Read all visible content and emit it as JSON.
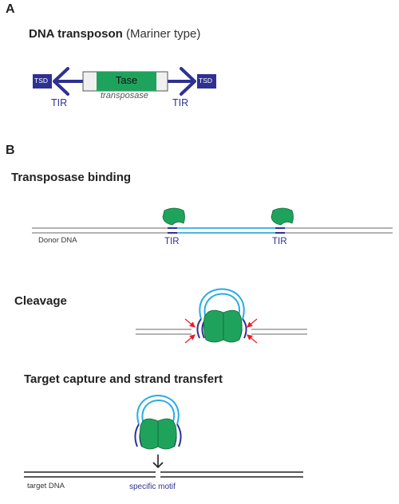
{
  "panel_a": {
    "letter": "A",
    "title_bold": "DNA transposon",
    "title_normal": "(Mariner type)",
    "tsd_left": "TSD",
    "tsd_right": "TSD",
    "gene_label": "Tase",
    "gene_caption": "transposase",
    "tir_left": "TIR",
    "tir_right": "TIR"
  },
  "panel_b": {
    "letter": "B",
    "step1_title": "Transposase binding",
    "donor_label": "Donor DNA",
    "tir_left": "TIR",
    "tir_right": "TIR",
    "step2_title": "Cleavage",
    "step3_title": "Target capture and strand transfert",
    "target_label": "target DNA",
    "motif_label": "specific motif"
  },
  "colors": {
    "dark_blue": "#2e3192",
    "cyan": "#29abe2",
    "green": "#1fa35c",
    "gray": "#9a9a9a",
    "red": "#ed1c24"
  }
}
